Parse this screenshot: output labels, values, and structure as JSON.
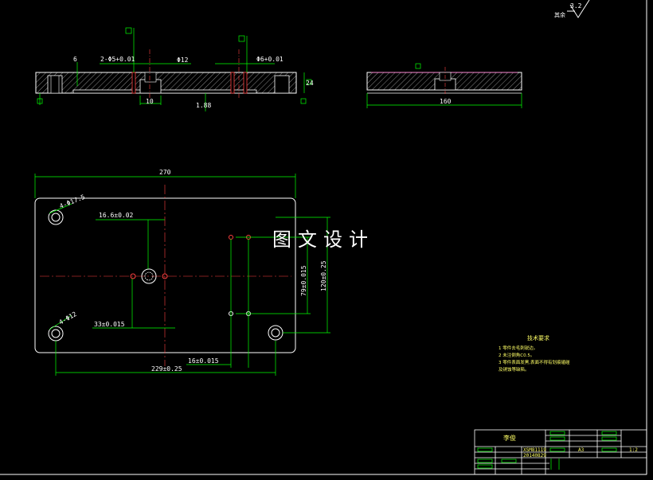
{
  "watermark": "图文设计",
  "roughness": {
    "label": "其余",
    "value": "3.2"
  },
  "front_view": {
    "dims": {
      "holes_left": "2-Φ5+0.01",
      "slot_width": "Φ12",
      "holes_right": "Φ6+0.01",
      "thickness": "24",
      "width_10": "10",
      "depth_88": "1.88",
      "left_6": "6"
    }
  },
  "side_view": {
    "dims": {
      "length": "160"
    }
  },
  "plan_view": {
    "dims": {
      "overall_width": "270",
      "counterbore_top": "4-Φ17.5",
      "offset_x": "16.6±0.02",
      "hole_bottom": "4-Φ12",
      "offset_33": "33±0.015",
      "offset_16": "16±0.015",
      "span_229": "229±0.25",
      "height_79": "79±0.015",
      "height_120": "120±0.25"
    }
  },
  "tech_notes": {
    "title": "技术要求",
    "items": [
      "1 零件去毛刺锐边。",
      "2 未注倒角C0.5。",
      "3 零件表面发黑,表面不得有划痕磕碰"
    ],
    "extra": "及锈蚀等缺陷。"
  },
  "title_block": {
    "designer": "李俊",
    "drawing_no": "XSM81119",
    "date": "20140829",
    "scale": "1:2",
    "sheet": "A3"
  }
}
